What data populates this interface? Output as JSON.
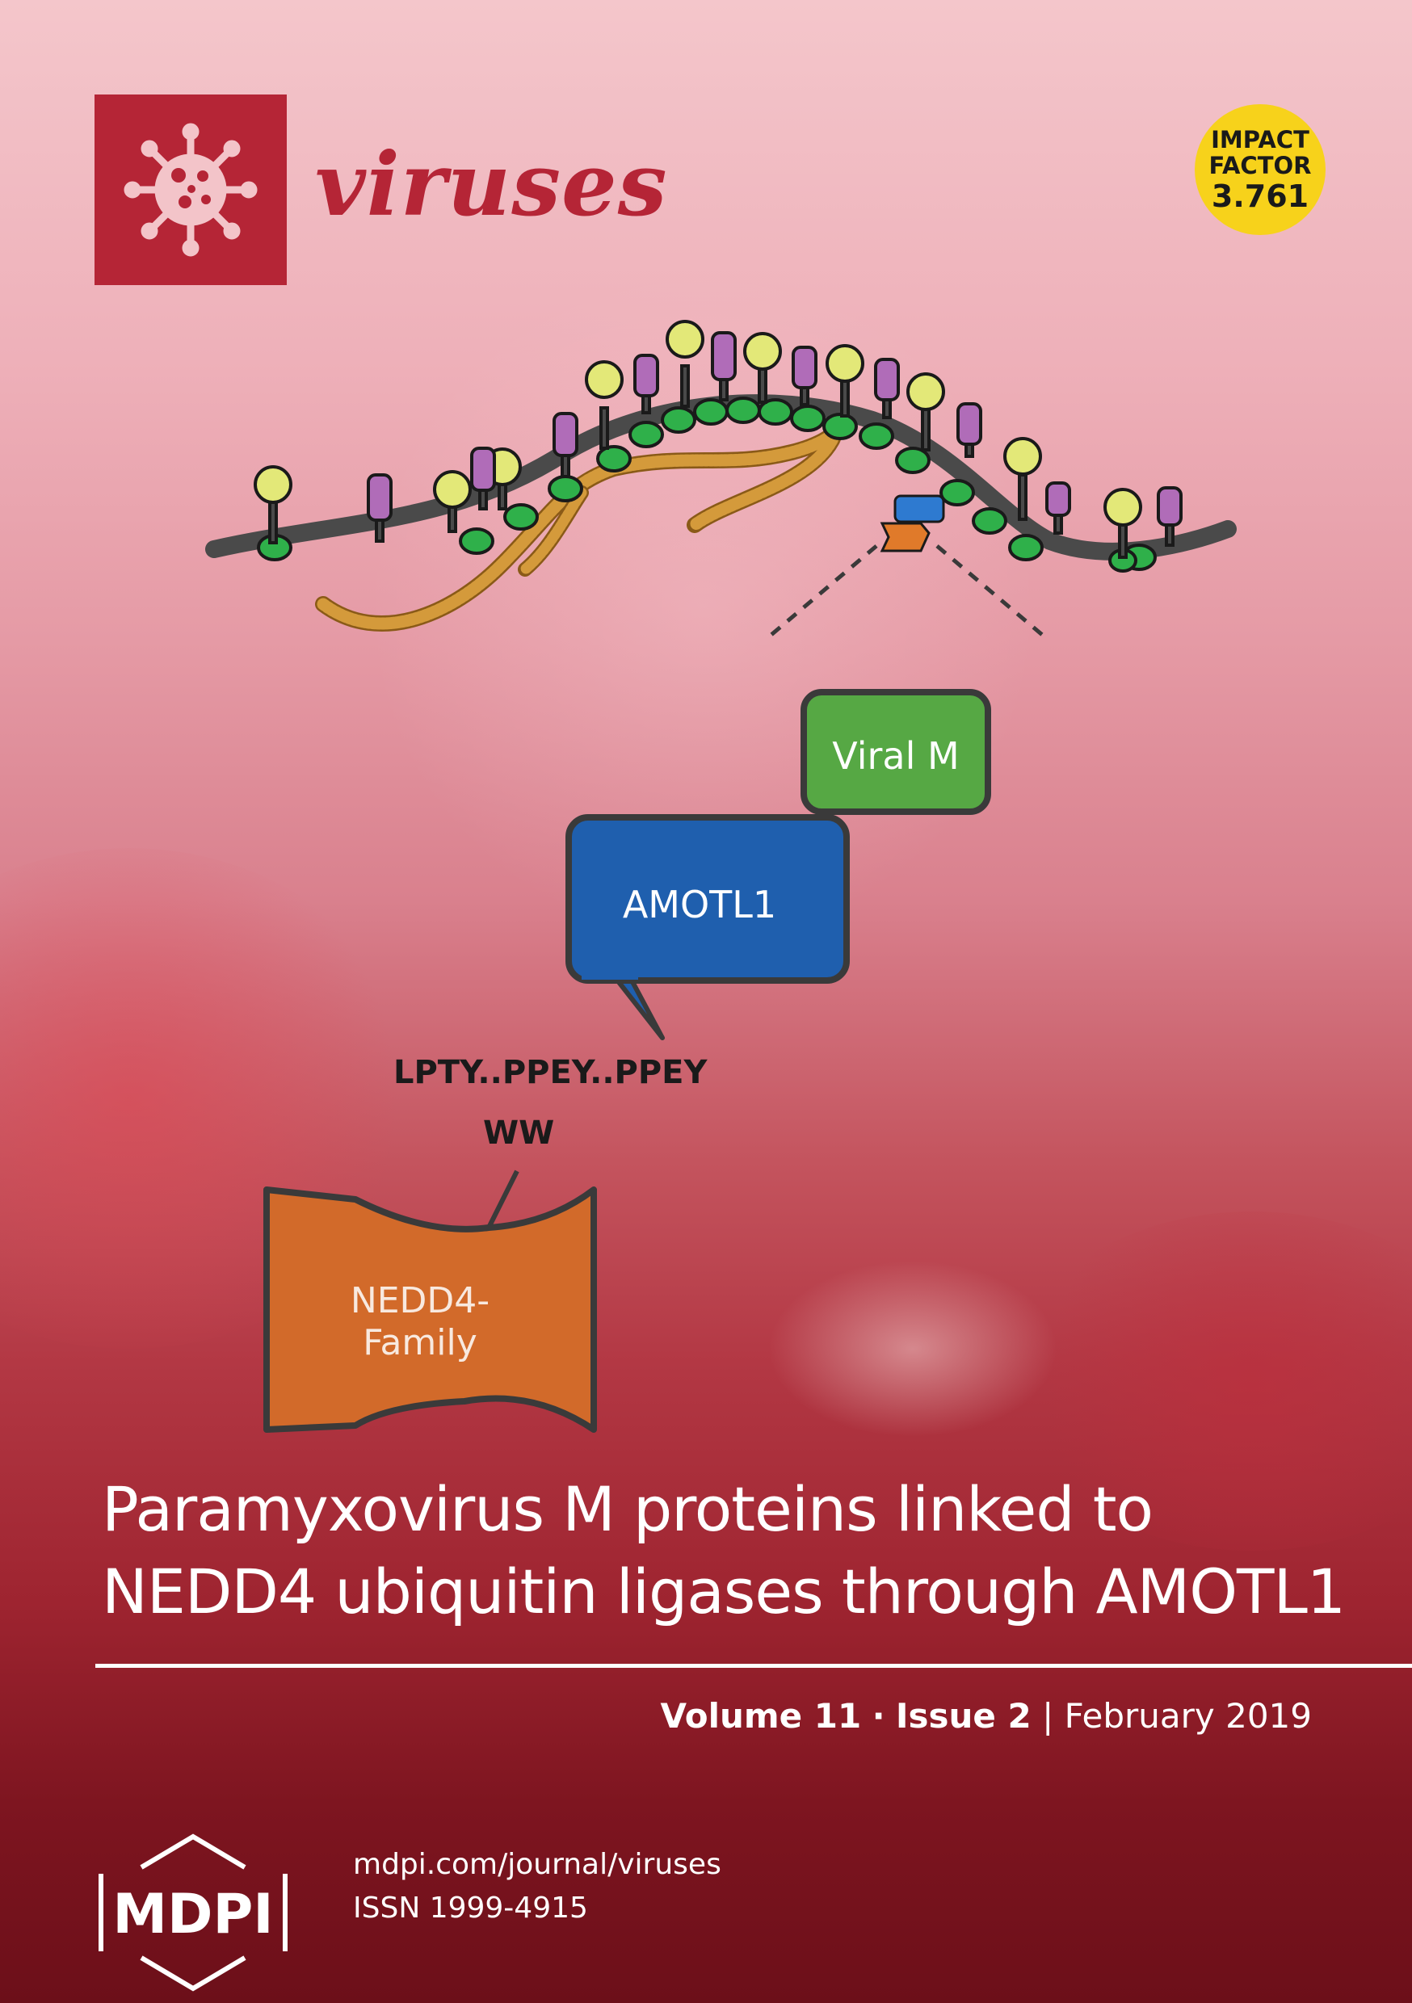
{
  "journal": {
    "name": "viruses",
    "logo_icon": "virus-icon",
    "brand_color": "#b52536"
  },
  "impact_factor": {
    "line1": "IMPACT",
    "line2": "FACTOR",
    "value": "3.761",
    "color": "#f7d21b"
  },
  "diagram": {
    "viral_m": "Viral M",
    "amotl1": "AMOTL1",
    "motif": "LPTY..PPEY..PPEY",
    "ww": "WW",
    "nedd4_line1": "NEDD4-",
    "nedd4_line2": "Family",
    "colors": {
      "viral_m": "#56a844",
      "amotl1": "#1f5fae",
      "nedd4": "#d26a2a",
      "membrane": "#4a4a4a",
      "glyco_yellow": "#e3e878",
      "glyco_purple": "#b06cb8",
      "matrix_green": "#2fb04a",
      "rna": "#d49a3b"
    }
  },
  "title": {
    "line1": "Paramyxovirus M proteins linked to",
    "line2": "NEDD4 ubiquitin ligases through AMOTL1"
  },
  "issue": {
    "volume": "Volume 11",
    "separator": "·",
    "issue": "Issue 2",
    "divider": "|",
    "date": "February 2019"
  },
  "publisher": {
    "name": "MDPI",
    "url": "mdpi.com/journal/viruses",
    "issn": "ISSN 1999-4915"
  }
}
